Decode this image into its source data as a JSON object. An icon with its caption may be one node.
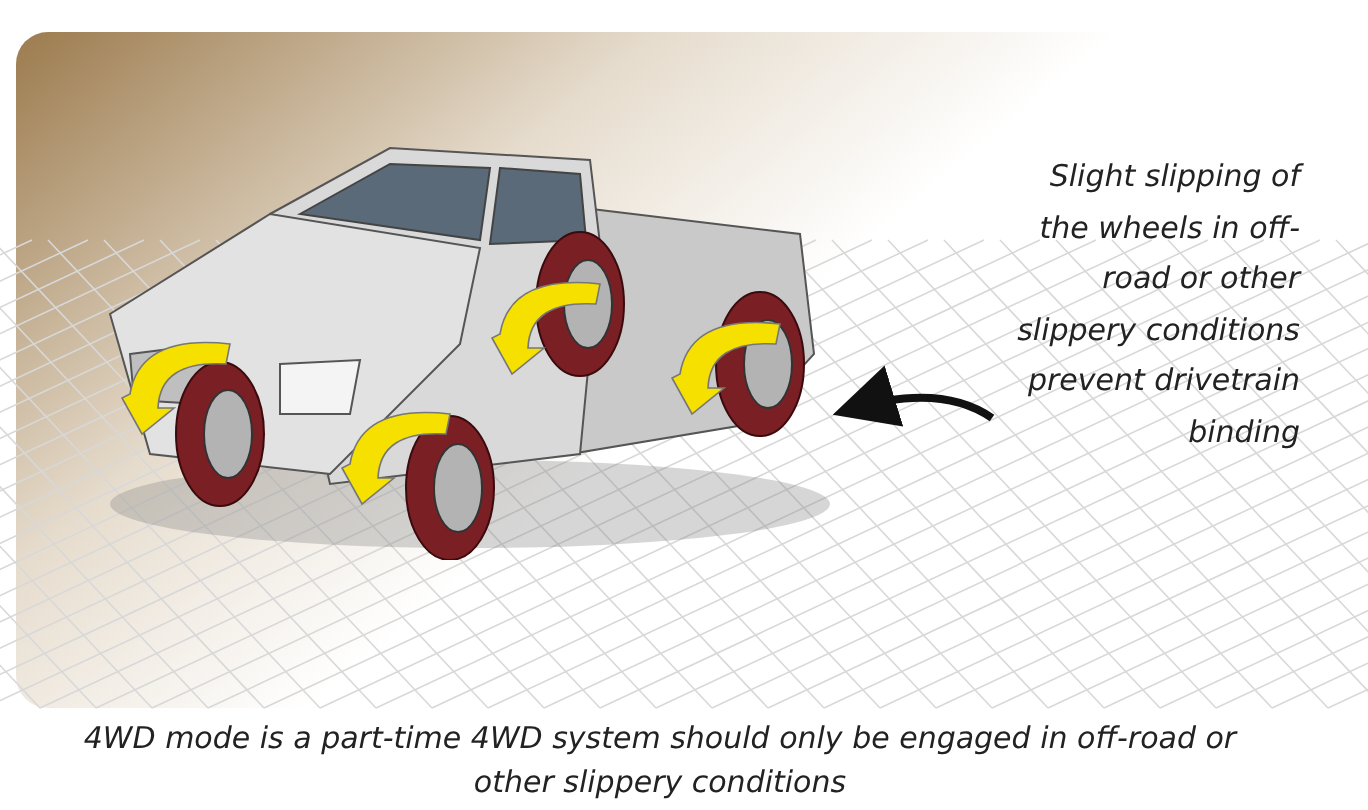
{
  "diagram": {
    "caption": "4WD mode is a part-time 4WD system should only be engaged in off-road or other slippery conditions",
    "nodes": [
      {
        "text": [
          "Slight slipping of the wheels in off-road or other slippery conditions prevent drivetrain binding"
        ]
      },
      {
        "text": [],
        "shape": "picture"
      }
    ],
    "edges": [
      {
        "from": 0,
        "to": 1,
        "arrow": "to"
      }
    ]
  }
}
